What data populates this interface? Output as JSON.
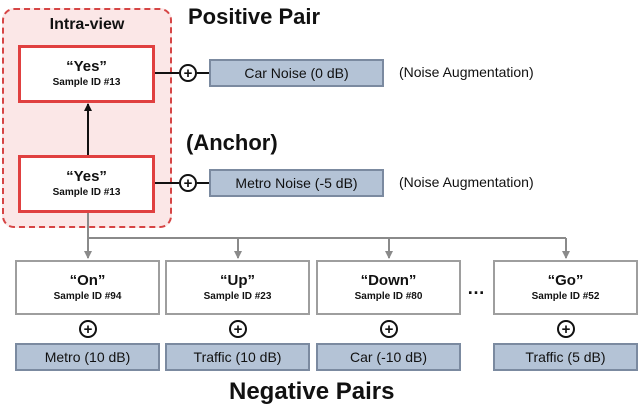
{
  "intra_view": {
    "title": "Intra-view"
  },
  "positive": {
    "heading": "Positive Pair",
    "word": "“Yes”",
    "sample_id": "Sample ID #13",
    "noise": "Car Noise (0 dB)",
    "augmentation": "(Noise Augmentation)"
  },
  "anchor": {
    "heading": "(Anchor)",
    "word": "“Yes”",
    "sample_id": "Sample ID #13",
    "noise": "Metro Noise (-5 dB)",
    "augmentation": "(Noise Augmentation)"
  },
  "negatives": {
    "heading": "Negative Pairs",
    "ellipsis": "…",
    "items": [
      {
        "word": "“On”",
        "sample_id": "Sample ID #94",
        "noise": "Metro (10 dB)"
      },
      {
        "word": "“Up”",
        "sample_id": "Sample ID #23",
        "noise": "Traffic (10 dB)"
      },
      {
        "word": "“Down”",
        "sample_id": "Sample ID #80",
        "noise": "Car (-10 dB)"
      },
      {
        "word": "“Go”",
        "sample_id": "Sample ID #52",
        "noise": "Traffic (5 dB)"
      }
    ]
  },
  "icons": {
    "combine": "plus-circle-icon"
  },
  "colors": {
    "intra_fill": "#fbe7e7",
    "intra_border": "#d64545",
    "sample_border_red": "#e04040",
    "sample_border_gray": "#9e9e9e",
    "noise_fill": "#b4c3d6",
    "noise_border": "#7b8aa0"
  }
}
